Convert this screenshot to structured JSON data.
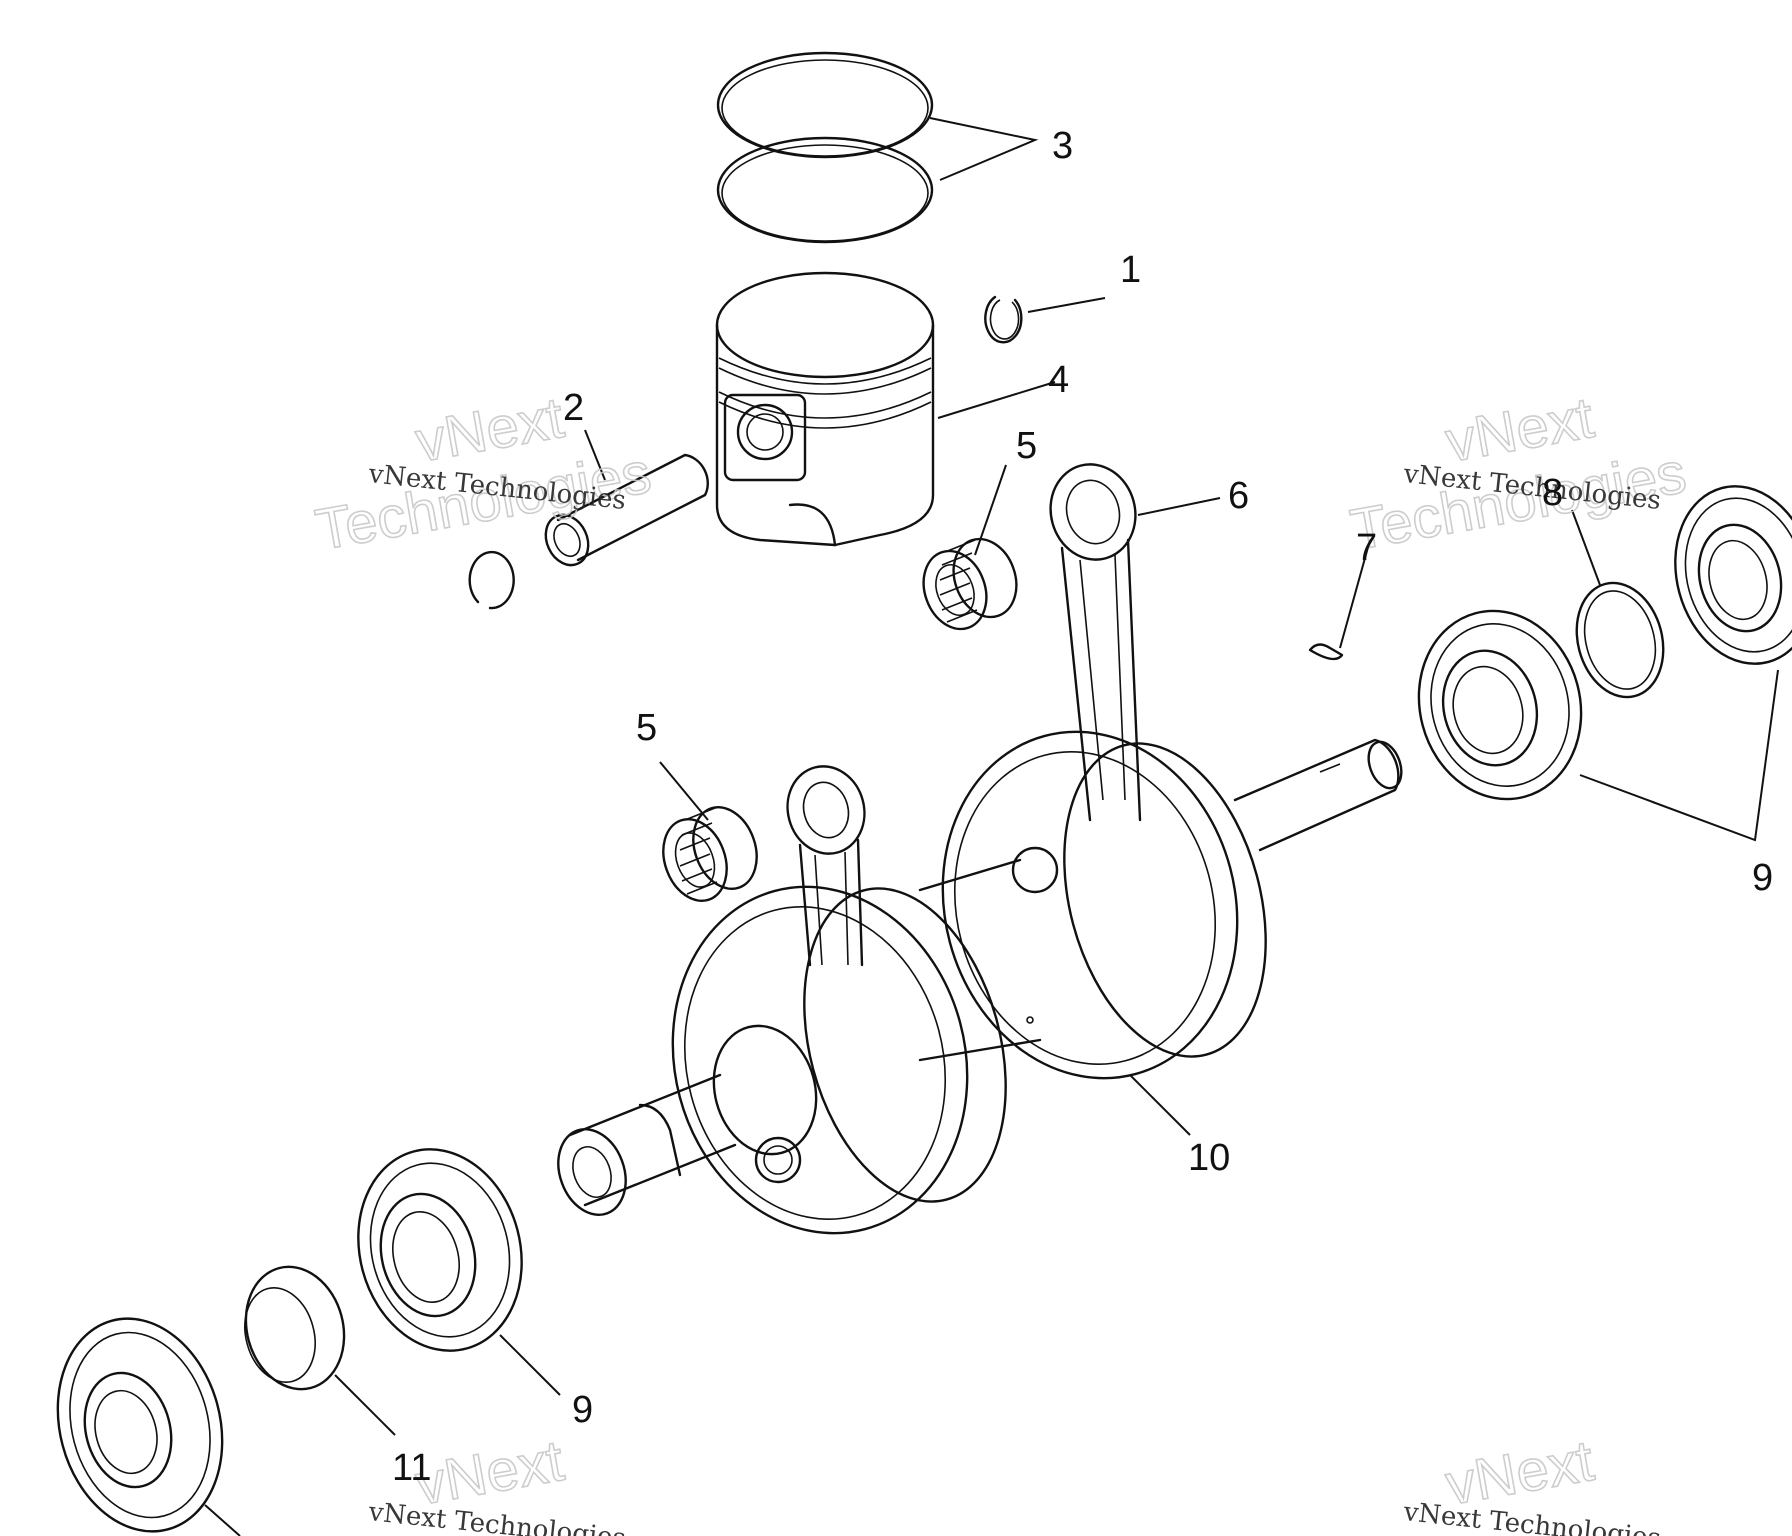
{
  "callouts": {
    "c1": "1",
    "c2": "2",
    "c3": "3",
    "c4": "4",
    "c5a": "5",
    "c5b": "5",
    "c6": "6",
    "c7": "7",
    "c8": "8",
    "c9a": "9",
    "c9b": "9",
    "c10": "10",
    "c11": "11"
  },
  "watermarks": {
    "line1": "vNext",
    "line2": "Technologies",
    "caption": "vNext Technologies"
  },
  "parts": [
    {
      "ref": "1",
      "icon": "circlip-icon"
    },
    {
      "ref": "2",
      "icon": "piston-pin-icon"
    },
    {
      "ref": "3",
      "icon": "piston-rings-icon"
    },
    {
      "ref": "4",
      "icon": "piston-icon"
    },
    {
      "ref": "5",
      "icon": "needle-bearing-icon"
    },
    {
      "ref": "6",
      "icon": "connecting-rod-icon"
    },
    {
      "ref": "7",
      "icon": "woodruff-key-icon"
    },
    {
      "ref": "8",
      "icon": "ring-icon"
    },
    {
      "ref": "9",
      "icon": "ball-bearing-icon"
    },
    {
      "ref": "10",
      "icon": "crankshaft-icon"
    },
    {
      "ref": "11",
      "icon": "spacer-ring-icon"
    }
  ]
}
